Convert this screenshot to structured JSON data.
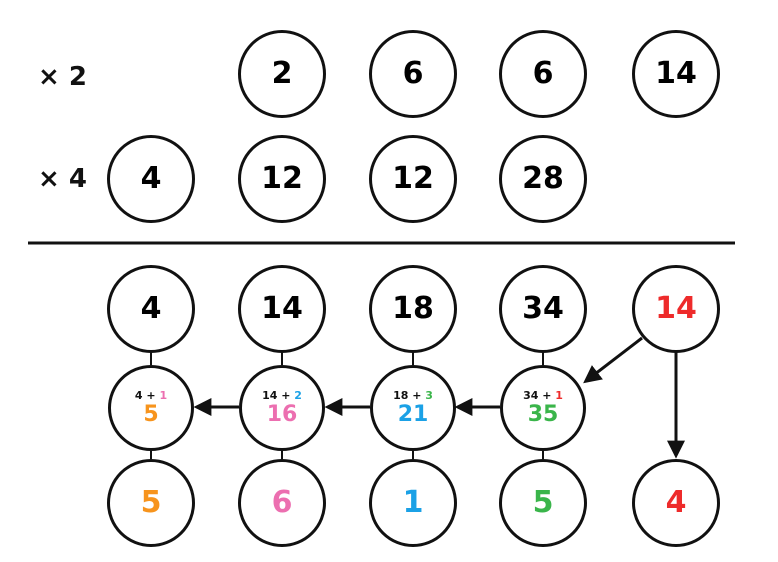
{
  "colors": {
    "ink": "#111111",
    "red": "#ee2b2b",
    "orange": "#f7941d",
    "pink": "#ec6fb0",
    "blue": "#1ba1e6",
    "green": "#3ab54a"
  },
  "multiply": {
    "row1_label": "× 2",
    "row2_label": "× 4",
    "row1": [
      "2",
      "6",
      "6",
      "14"
    ],
    "row2": [
      "4",
      "12",
      "12",
      "28"
    ]
  },
  "result": {
    "top": [
      "4",
      "14",
      "18",
      "34",
      "14"
    ],
    "mid": [
      {
        "base": "4",
        "plus": "+",
        "carry": "1",
        "value": "5"
      },
      {
        "base": "14",
        "plus": "+",
        "carry": "2",
        "value": "16"
      },
      {
        "base": "18",
        "plus": "+",
        "carry": "3",
        "value": "21"
      },
      {
        "base": "34",
        "plus": "+",
        "carry": "1",
        "value": "35"
      }
    ],
    "bottom": [
      "5",
      "6",
      "1",
      "5",
      "4"
    ]
  }
}
